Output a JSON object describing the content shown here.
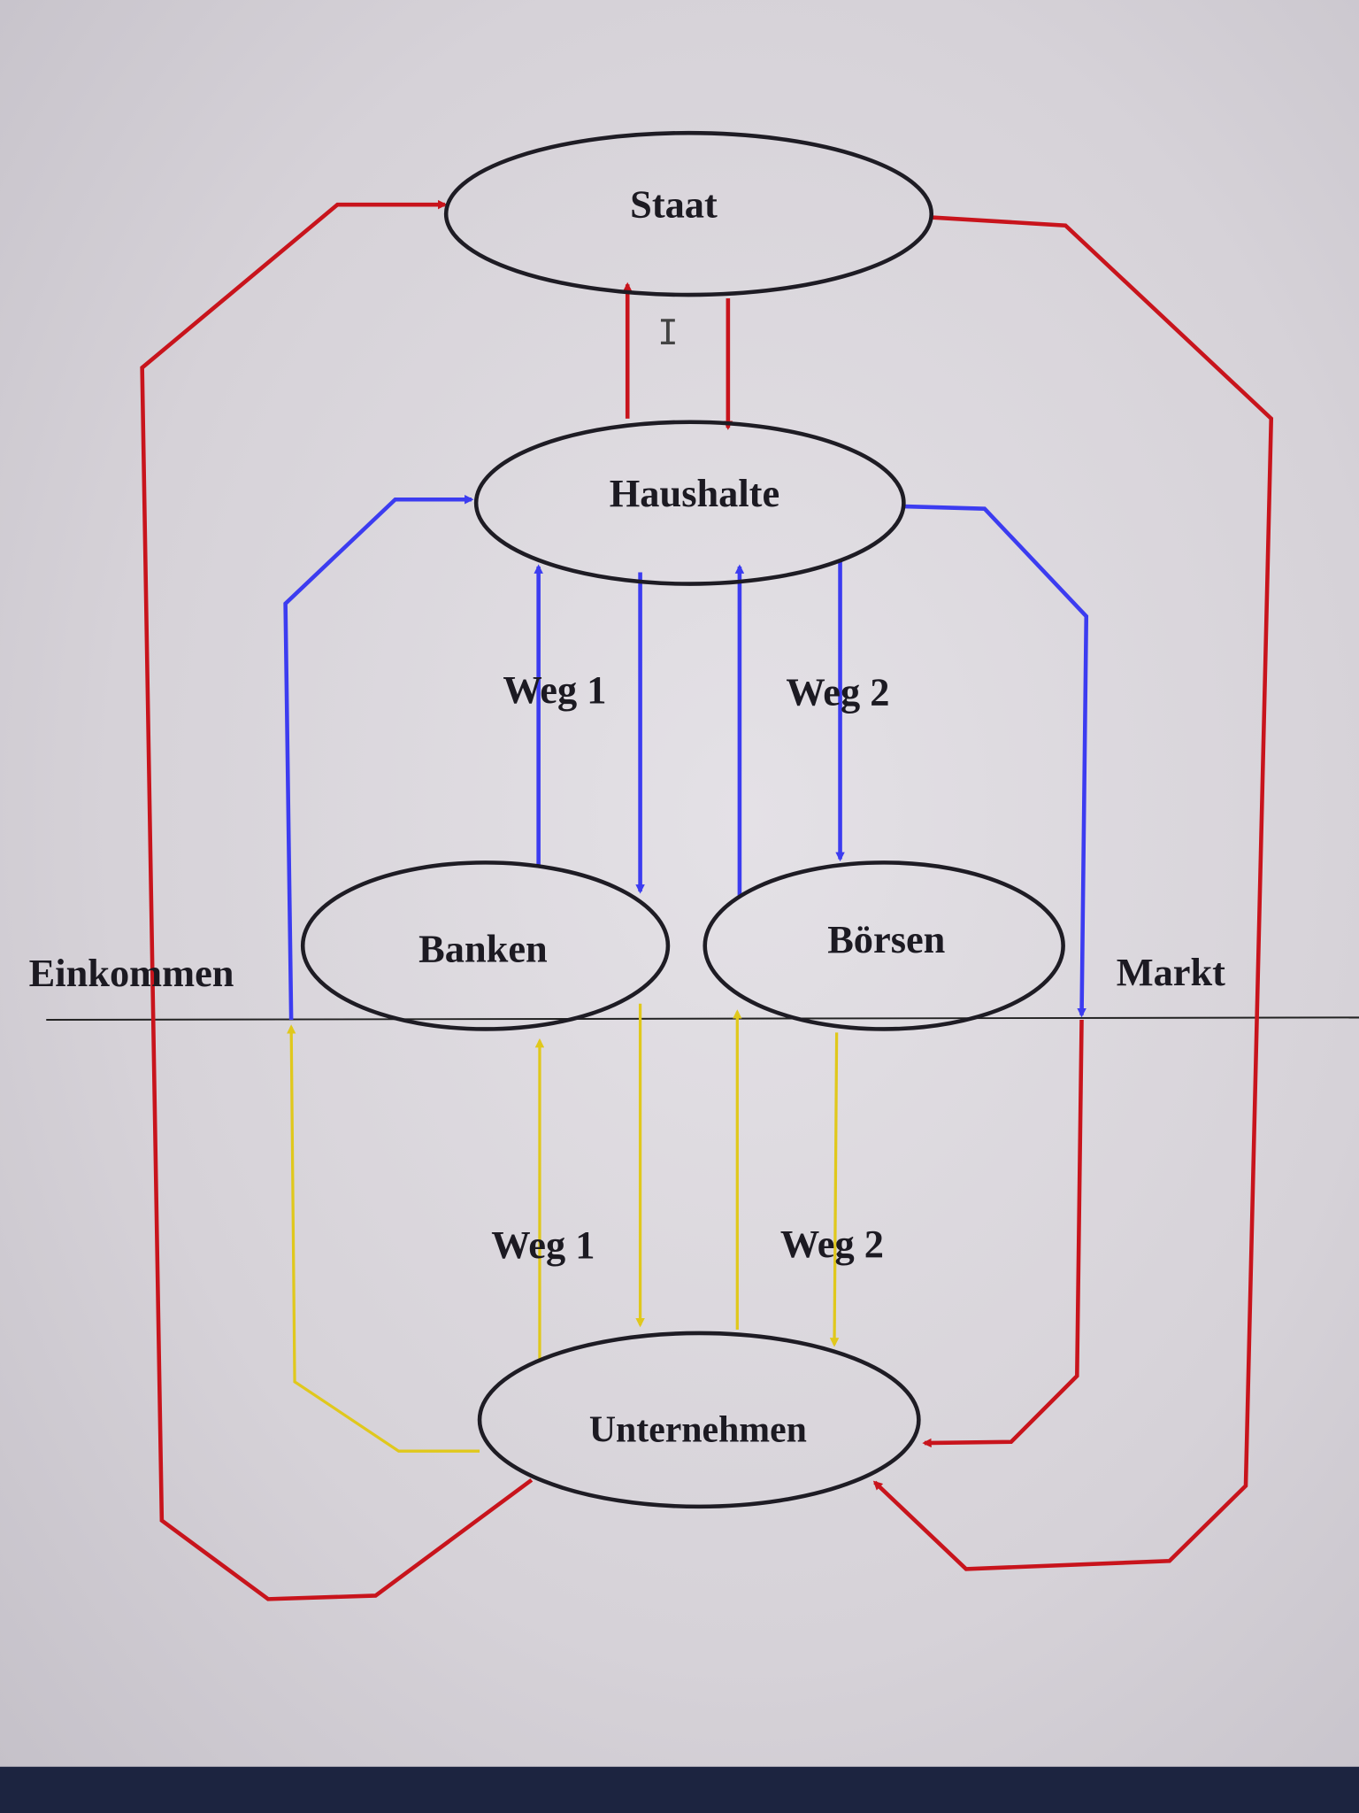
{
  "diagram": {
    "nodes": {
      "staat": "Staat",
      "haushalte": "Haushalte",
      "banken": "Banken",
      "boersen": "Börsen",
      "unternehmen": "Unternehmen"
    },
    "labels": {
      "weg1_top": "Weg 1",
      "weg2_top": "Weg 2",
      "weg1_bottom": "Weg 1",
      "weg2_bottom": "Weg 2",
      "einkommen": "Einkommen",
      "markt": "Markt"
    },
    "colors": {
      "red": "#c8141c",
      "blue": "#3c3cf0",
      "yellow": "#e0c81c",
      "outline": "#1e1c24"
    }
  }
}
